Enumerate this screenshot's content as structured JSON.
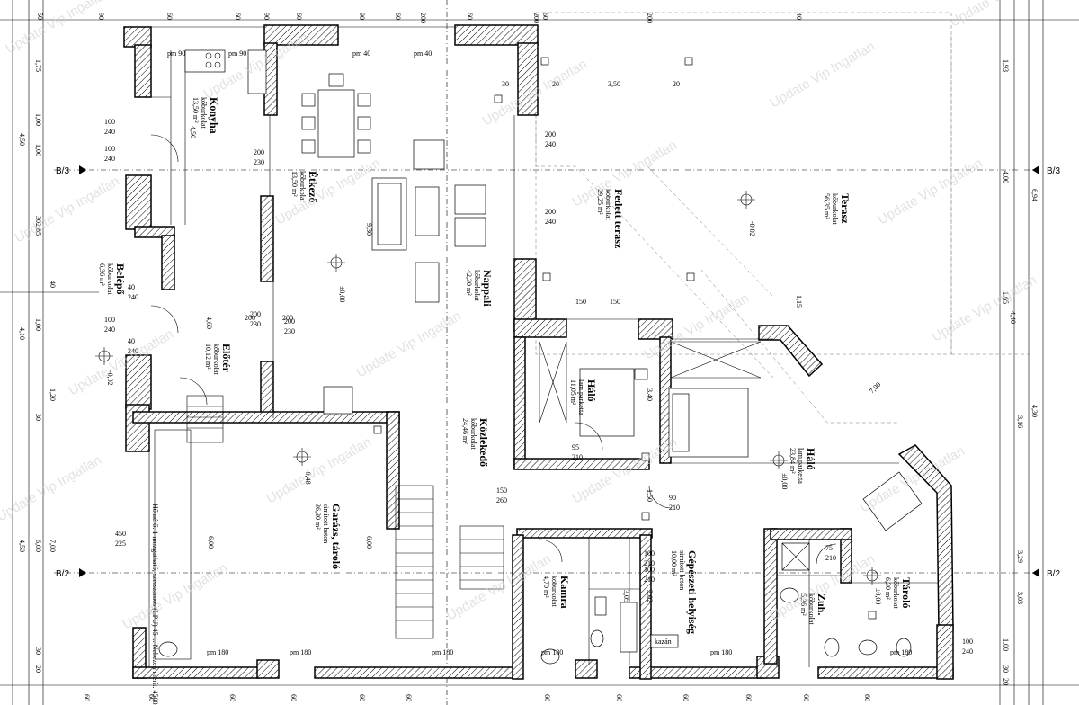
{
  "watermark": "Update Vip Ingatlan",
  "axes": {
    "b3": "B/3",
    "b2": "B/2"
  },
  "rooms": {
    "konyha": {
      "name": "Konyha",
      "floor": "kőburkolat",
      "area": "13,50 m²"
    },
    "etkezo": {
      "name": "Étkező",
      "floor": "kőburkolat",
      "area": "13,50 m²"
    },
    "nappali": {
      "name": "Nappali",
      "floor": "kőburkolat",
      "area": "42,30 m²"
    },
    "fedett_terasz": {
      "name": "Fedett terasz",
      "floor": "kőburkolat",
      "area": "29,25 m²"
    },
    "terasz": {
      "name": "Terasz",
      "floor": "kőburkolat",
      "area": "56,35 m²"
    },
    "belepo": {
      "name": "Belépő",
      "floor": "kőburkolat",
      "area": "6,36 m²"
    },
    "eloter": {
      "name": "Előtér",
      "floor": "kőburkolat",
      "area": "10,12 m²"
    },
    "halo1": {
      "name": "Háló",
      "floor": "lam.parketta",
      "area": "11,05 m²"
    },
    "halo2": {
      "name": "Háló",
      "floor": "lam.parketta",
      "area": "23,84 m²"
    },
    "kozlekedo": {
      "name": "Közlekedő",
      "floor": "kőburkolat",
      "area": "24,46 m²"
    },
    "garazs": {
      "name": "Garázs, tároló",
      "floor": "simított beton",
      "area": "36,30 m²"
    },
    "kamra": {
      "name": "Kamra",
      "floor": "kőburkolat",
      "area": "4,70 m²"
    },
    "gepeszeti": {
      "name": "Gépészeti helyiség",
      "floor": "simított beton",
      "area": "10,00 m²"
    },
    "zuh": {
      "name": "Zuh.",
      "floor": "kőburkolat",
      "area": "5,36 m²"
    },
    "tarolo": {
      "name": "Tároló",
      "floor": "kőburkolat",
      "area": "6,30 m²"
    }
  },
  "levels": {
    "main": "±0,00",
    "terasz": "-0,02",
    "belepo": "-0,02",
    "garazs": "-0,48",
    "halo2": "±0,00",
    "tarolo": "±0,00"
  },
  "labels": {
    "kazan": "kazán",
    "pm90": "pm 90",
    "pm40": "pm 40",
    "pm180": "pm 180",
    "garage_note": "Hőmérő: 1 mozgatható, szerszámos (LPU) 45 ... Nehezen merít. 4500x2250 mm"
  },
  "dims": {
    "top": [
      "50",
      "90",
      "60",
      "60",
      "90",
      "60",
      "90",
      "60",
      "200",
      "60",
      "200",
      "60",
      "200",
      "40"
    ],
    "left": [
      "1,75",
      "1,00",
      "1,00",
      "4,50",
      "2,85",
      "30",
      "40",
      "1,00",
      "4,10",
      "30",
      "1,20",
      "4,50",
      "7,00",
      "6,00",
      "30",
      "20"
    ],
    "right": [
      "1,93",
      "4,00",
      "6,94",
      "1,65",
      "4,30",
      "3,16",
      "3,03",
      "3,29",
      "1,00",
      "30",
      "20"
    ],
    "bottom": [
      "60",
      "60",
      "60",
      "60",
      "60",
      "60",
      "60",
      "60",
      "60",
      "60",
      "60",
      "60"
    ],
    "door": [
      "100\n240",
      "100\n240",
      "200\n230",
      "200\n240",
      "200\n240",
      "40\n240",
      "100\n240",
      "40\n240",
      "200\n230",
      "200\n230",
      "150\n260",
      "90\n210",
      "100\n210",
      "100\n210",
      "75\n210",
      "100\n240",
      "450\n225",
      "95\n210"
    ],
    "misc": {
      "d3_50": "3,50",
      "d20a": "20",
      "d20b": "20",
      "d30": "30",
      "d9_30": "9,30",
      "d4_60": "4,60",
      "d6_00": "6,00",
      "d3_40": "3,40",
      "d4_50_konyha": "4,50",
      "d1_50": "1,50",
      "d1_15": "1,15",
      "d7_00": "7,00",
      "d4_40": "4,40",
      "d3_05": "3,05",
      "d3_02": "3,02",
      "d150": "150",
      "d150b": "150",
      "d200_4": "200",
      "d200_5": "200"
    }
  }
}
